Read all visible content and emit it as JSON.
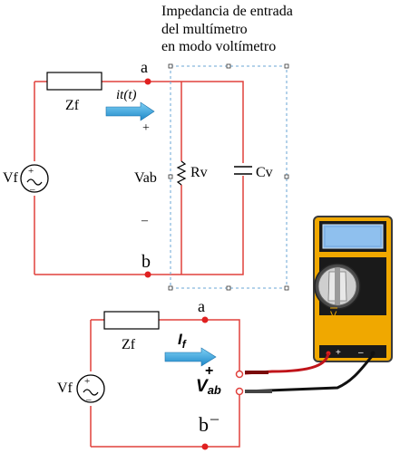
{
  "title": {
    "line1": "Impedancia de entrada",
    "line2": "del  multímetro",
    "line3": "en modo voltímetro"
  },
  "top_circuit": {
    "node_a": "a",
    "node_b": "b",
    "zf": "Zf",
    "current": "it(t)",
    "plus": "+",
    "minus": "–",
    "vab": "Vab",
    "vf": "Vf",
    "rv": "Rv",
    "cv": "Cv"
  },
  "bottom_circuit": {
    "node_a": "a",
    "node_b": "b",
    "zf": "Zf",
    "current_main": "I",
    "current_sub": "f",
    "plus": "+",
    "minus": "_",
    "vab_main": "V",
    "vab_sub": "ab",
    "vf": "Vf"
  },
  "multimeter": {
    "mode_symbol": "V",
    "plus": "+",
    "minus": "–"
  },
  "colors": {
    "wire": "#e0403c",
    "node": "#e02020",
    "arrow": "#2e9fd8",
    "dashed_box": "#6aa6d6",
    "meter_body": "#f0a800",
    "meter_screen": "#7fb2e6"
  }
}
